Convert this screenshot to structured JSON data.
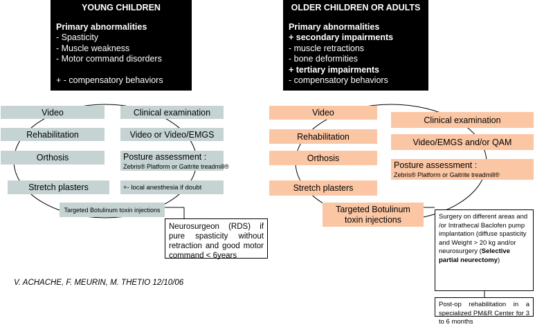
{
  "left": {
    "header": {
      "title": "YOUNG CHILDREN",
      "primary": "Primary abnormalities",
      "items": [
        "- Spasticity",
        "- Muscle weakness",
        "- Motor command disorders"
      ],
      "compensatory": "+ - compensatory behaviors"
    },
    "boxes": {
      "video": "Video",
      "rehabilitation": "Rehabilitation",
      "orthosis": "Orthosis",
      "stretch": "Stretch plasters",
      "clinical": "Clinical examination",
      "video_emgs": "Video or Video/EMGS",
      "posture_title": "Posture assessment :",
      "posture_detail": "Zebris® Platform or Gaitrite treadmill®",
      "anesthesia": "+- local anesthesia if doubt",
      "botulinum": "Targeted Botulinum toxin injections"
    },
    "neurosurgeon": "Neurosurgeon (RDS) if pure spasticity without retraction and good motor command < 6years"
  },
  "right": {
    "header": {
      "title": "OLDER CHILDREN OR ADULTS",
      "primary": "Primary abnormalities",
      "secondary": "+ secondary impairments",
      "secondary_items": [
        "- muscle retractions",
        "- bone deformities"
      ],
      "tertiary": "+ tertiary impairments",
      "tertiary_items": [
        "- compensatory behaviors"
      ]
    },
    "boxes": {
      "video": "Video",
      "rehabilitation": "Rehabilitation",
      "orthosis": "Orthosis",
      "stretch": "Stretch plasters",
      "clinical": "Clinical examination",
      "video_emgs_qam": "Video/EMGS and/or QAM",
      "posture_title": "Posture assessment :",
      "posture_detail": "Zebris® Platform or Gaitrite treadmill®",
      "botulinum_line1": "Targeted Botulinum",
      "botulinum_line2": "toxin injections"
    },
    "surgery_text": "Surgery on different areas and /or Intrathecal Baclofen pump implantation (diffuse spasticity and Weight > 20 kg and/or neurosurgery (",
    "surgery_bold": "Selective partial neurectomy",
    "surgery_end": ")",
    "postop": "Post-op rehabilitation in a specialized PM&R Center for 3 to 6 months"
  },
  "credit": "V. ACHACHE, F. MEURIN, M. THETIO 12/10/06"
}
